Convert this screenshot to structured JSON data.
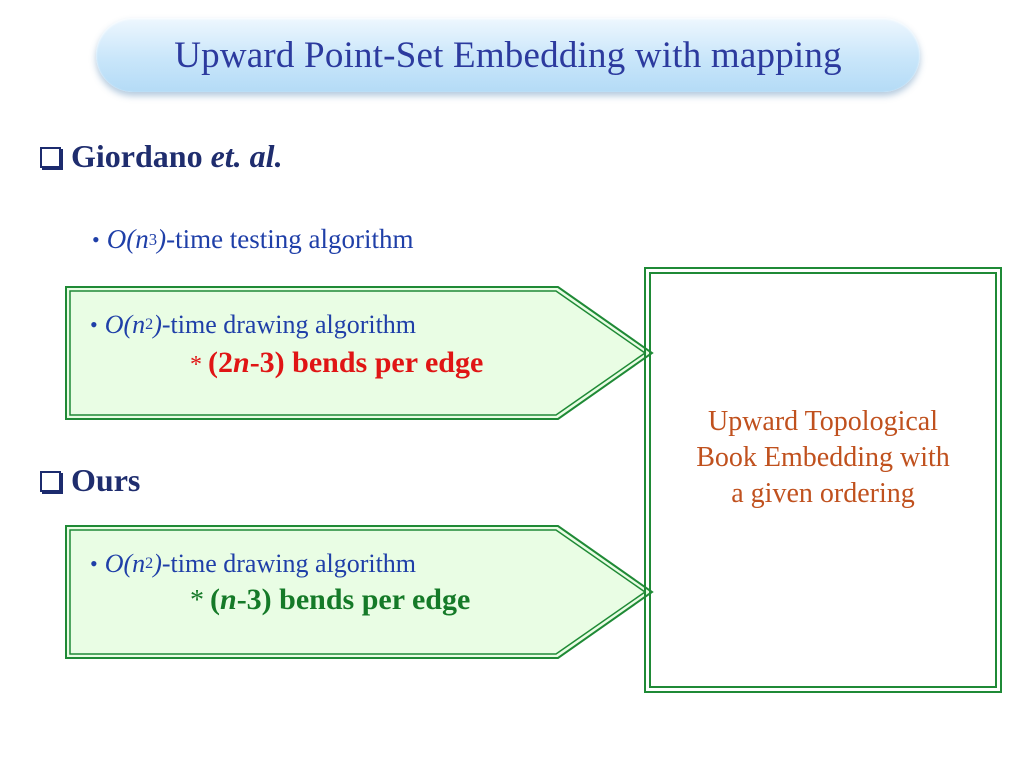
{
  "slide": {
    "title": "Upward Point-Set Embedding with mapping",
    "section1": {
      "author": "Giordano",
      "etal": "et. al."
    },
    "item1": {
      "complexity_prefix": "O(n",
      "exponent": "3",
      "complexity_suffix": ")",
      "text": "-time testing algorithm"
    },
    "box1": {
      "complexity_prefix": "O(n",
      "exponent": "2",
      "complexity_suffix": ")",
      "text": "-time drawing algorithm",
      "note_star": "*",
      "note_open": "(2",
      "note_var": "n",
      "note_close": "-3) bends per edge"
    },
    "section2": {
      "label": "Ours"
    },
    "box2": {
      "complexity_prefix": "O(n",
      "exponent": "2",
      "complexity_suffix": ")",
      "text": "-time drawing algorithm",
      "note_star": "*",
      "note_open": "(",
      "note_var": "n",
      "note_close": "-3) bends per edge"
    },
    "target": {
      "text": "Upward Topological\nBook Embedding with\na given ordering"
    }
  },
  "colors": {
    "title_text": "#2c3a9e",
    "heading_text": "#1f2d6e",
    "body_text": "#1f3fa8",
    "red_note": "#e01515",
    "green_note": "#157a28",
    "box_border": "#1f8a36",
    "box_fill": "#e9fde4",
    "target_text": "#c0511e"
  }
}
